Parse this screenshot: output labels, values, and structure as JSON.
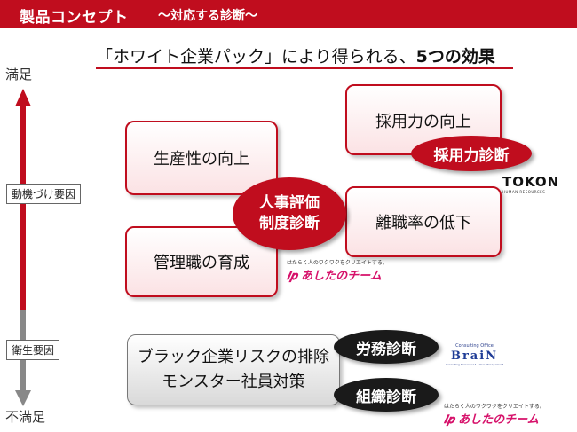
{
  "header": {
    "title": "製品コンセプト",
    "subtitle": "～対応する診断～"
  },
  "main_title": {
    "prefix": "「ホワイト企業パック」により得られる、",
    "emphasis": "5つの効果"
  },
  "axis": {
    "top_label": "満足",
    "bottom_label": "不満足",
    "motivation_tag": "動機づけ要因",
    "hygiene_tag": "衛生要因"
  },
  "boxes": {
    "productivity": "生産性の向上",
    "management": "管理職の育成",
    "recruitment": "採用力の向上",
    "turnover": "離職率の低下",
    "risk_line1": "ブラック企業リスクの排除",
    "risk_line2": "モンスター社員対策"
  },
  "diagnoses": {
    "hr_eval_line1": "人事評価",
    "hr_eval_line2": "制度診断",
    "recruitment": "採用力診断",
    "labor": "労務診断",
    "organization": "組織診断"
  },
  "logos": {
    "tokon_name": "TOKON",
    "tokon_sub": "HUMAN RESOURCES",
    "ashita_tagline": "はたらく人のワクワクをクリエイトする。",
    "ashita_brand": "あしたのチーム",
    "brain_top": "Consulting Office",
    "brain_name": "BraiN",
    "brain_sub": "Consulting Personnel & Labor Management"
  },
  "colors": {
    "accent": "#c00d1e",
    "dark": "#1a1a1a",
    "ashita_pink": "#d6116a",
    "brain_blue": "#1f3c96"
  }
}
